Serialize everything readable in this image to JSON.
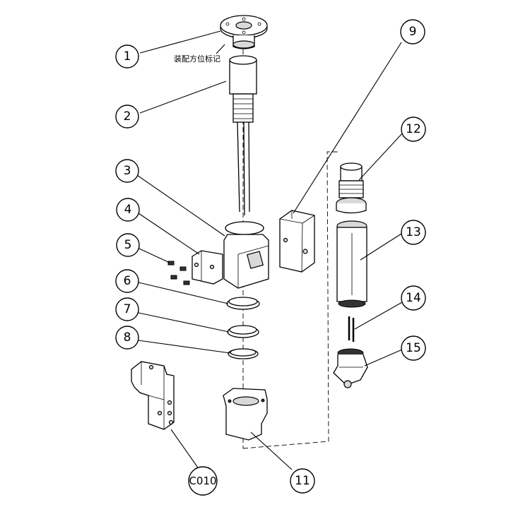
{
  "annotation": {
    "assembly_mark_label": "装配方位标记"
  },
  "balloons": [
    {
      "id": "1",
      "label": "1"
    },
    {
      "id": "2",
      "label": "2"
    },
    {
      "id": "3",
      "label": "3"
    },
    {
      "id": "4",
      "label": "4"
    },
    {
      "id": "5",
      "label": "5"
    },
    {
      "id": "6",
      "label": "6"
    },
    {
      "id": "7",
      "label": "7"
    },
    {
      "id": "8",
      "label": "8"
    },
    {
      "id": "9",
      "label": "9"
    },
    {
      "id": "11",
      "label": "11"
    },
    {
      "id": "12",
      "label": "12"
    },
    {
      "id": "13",
      "label": "13"
    },
    {
      "id": "14",
      "label": "14"
    },
    {
      "id": "15",
      "label": "15"
    },
    {
      "id": "C010",
      "label": "C010"
    }
  ]
}
